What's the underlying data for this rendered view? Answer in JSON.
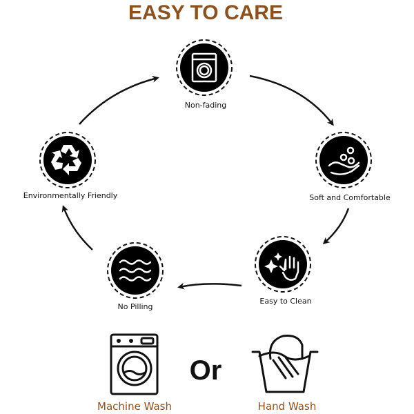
{
  "title": "EASY TO CARE",
  "colors": {
    "accent": "#8B5220",
    "icon": "#000000"
  },
  "features": [
    {
      "label": "Non-fading",
      "icon": "washing-machine-icon"
    },
    {
      "label": "Soft and Comfortable",
      "icon": "hand-bubbles-icon"
    },
    {
      "label": "Easy to Clean",
      "icon": "sparkle-hand-icon"
    },
    {
      "label": "No Pilling",
      "icon": "waves-icon"
    },
    {
      "label": "Environmentally Friendly",
      "icon": "recycle-icon"
    }
  ],
  "wash": {
    "machine_label": "Machine Wash",
    "or_label": "Or",
    "hand_label": "Hand Wash"
  }
}
